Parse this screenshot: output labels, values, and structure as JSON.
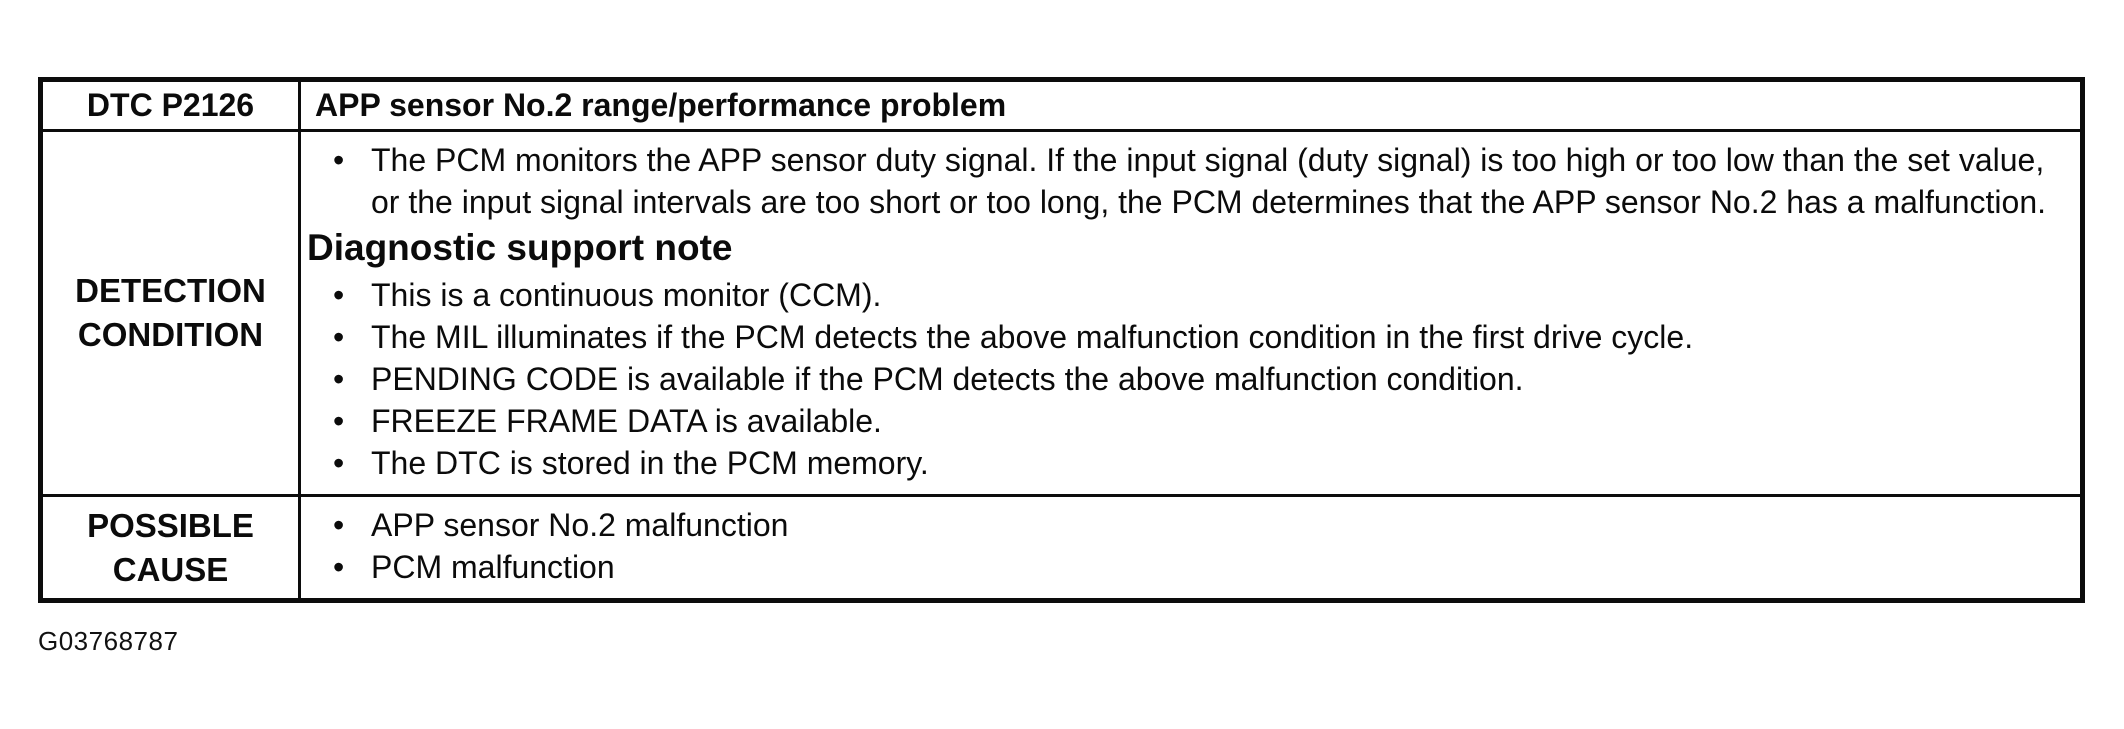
{
  "icons": {
    "bullet": "•"
  },
  "figure_label": "G03768787",
  "table": {
    "header": {
      "code": "DTC P2126",
      "title": "APP sensor No.2 range/performance problem"
    },
    "detection": {
      "label_lines": [
        "DETECTION",
        "CONDITION"
      ],
      "intro_bullets": [
        "The PCM monitors the APP sensor duty signal. If the input signal (duty signal) is too high or too low than the set value, or the input signal intervals are too short or too long, the PCM determines that the APP sensor No.2 has a malfunction."
      ],
      "note_heading": "Diagnostic support note",
      "note_bullets": [
        "This is a continuous monitor (CCM).",
        "The MIL illuminates if the PCM detects the above malfunction condition in the first drive cycle.",
        "PENDING CODE is available if the PCM detects the above malfunction condition.",
        "FREEZE FRAME DATA is available.",
        "The DTC is stored in the PCM memory."
      ]
    },
    "possible_cause": {
      "label_lines": [
        "POSSIBLE",
        "CAUSE"
      ],
      "bullets": [
        "APP sensor No.2 malfunction",
        "PCM malfunction"
      ]
    }
  }
}
